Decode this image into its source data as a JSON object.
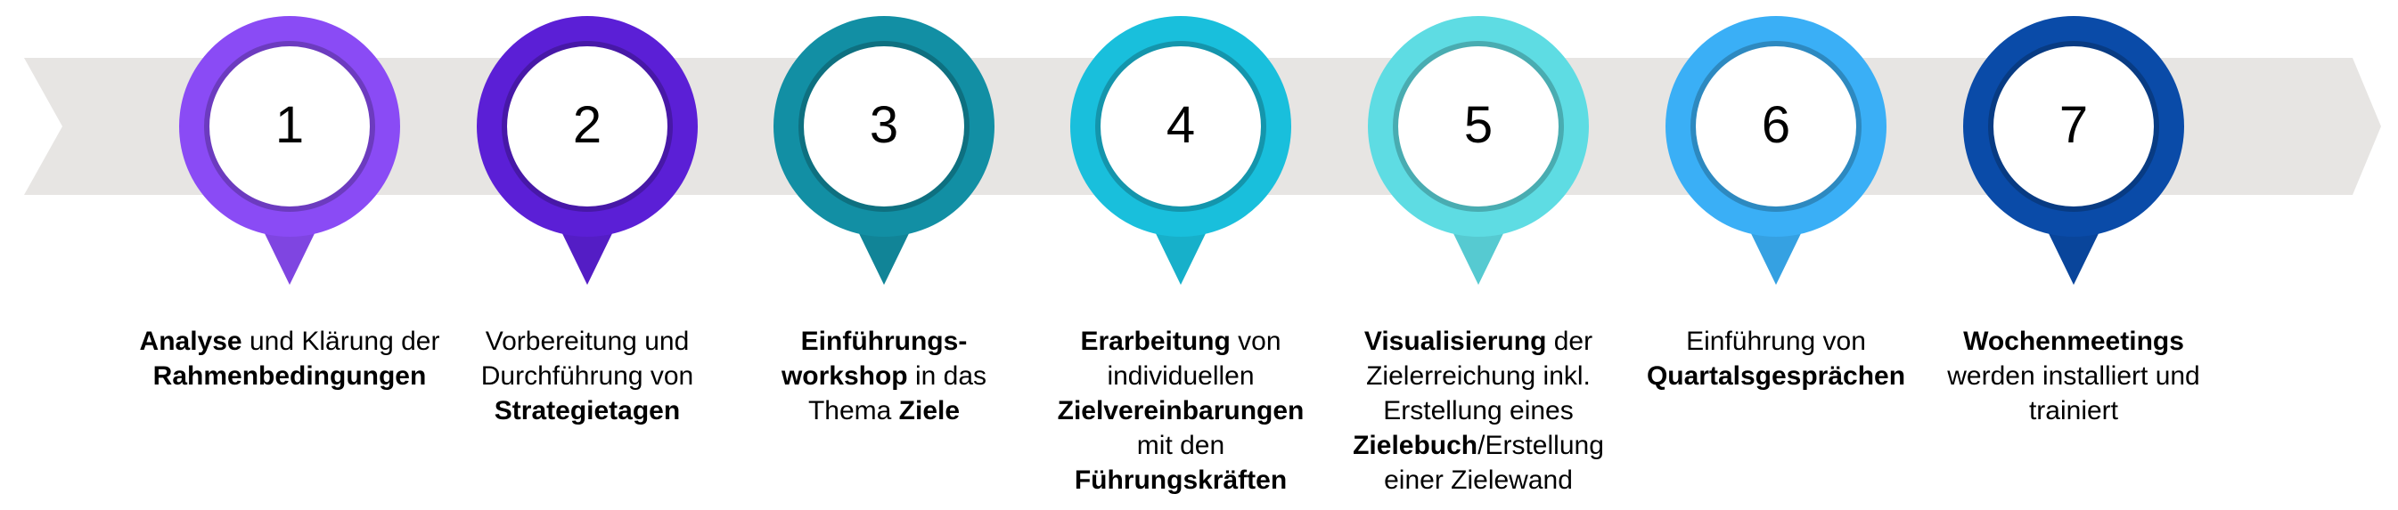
{
  "steps": [
    {
      "number": "1",
      "color": "#8A4BF5",
      "caption": [
        [
          {
            "t": "Analyse",
            "b": true
          },
          {
            "t": " und Klärung der",
            "b": false
          }
        ],
        [
          {
            "t": "Rahmenbedingungen",
            "b": true
          }
        ]
      ]
    },
    {
      "number": "2",
      "color": "#5B1FD6",
      "caption": [
        [
          {
            "t": "Vorbereitung und",
            "b": false
          }
        ],
        [
          {
            "t": "Durchführung von",
            "b": false
          }
        ],
        [
          {
            "t": "Strategietagen",
            "b": true
          }
        ]
      ]
    },
    {
      "number": "3",
      "color": "#128FA4",
      "caption": [
        [
          {
            "t": "Einführungs-",
            "b": true
          }
        ],
        [
          {
            "t": "workshop",
            "b": true
          },
          {
            "t": " in das",
            "b": false
          }
        ],
        [
          {
            "t": "Thema ",
            "b": false
          },
          {
            "t": "Ziele",
            "b": true
          }
        ]
      ]
    },
    {
      "number": "4",
      "color": "#19BFDC",
      "caption": [
        [
          {
            "t": "Erarbeitung",
            "b": true
          },
          {
            "t": " von",
            "b": false
          }
        ],
        [
          {
            "t": "individuellen",
            "b": false
          }
        ],
        [
          {
            "t": "Zielvereinbarungen",
            "b": true
          }
        ],
        [
          {
            "t": "mit den",
            "b": false
          }
        ],
        [
          {
            "t": "Führungskräften",
            "b": true
          }
        ]
      ]
    },
    {
      "number": "5",
      "color": "#5EDCE3",
      "caption": [
        [
          {
            "t": "Visualisierung",
            "b": true
          },
          {
            "t": " der",
            "b": false
          }
        ],
        [
          {
            "t": "Zielerreichung inkl.",
            "b": false
          }
        ],
        [
          {
            "t": "Erstellung eines",
            "b": false
          }
        ],
        [
          {
            "t": "Zielebuch",
            "b": true
          },
          {
            "t": "/Erstellung",
            "b": false
          }
        ],
        [
          {
            "t": "einer Zielewand",
            "b": false
          }
        ]
      ]
    },
    {
      "number": "6",
      "color": "#3AAFF6",
      "caption": [
        [
          {
            "t": "Einführung von",
            "b": false
          }
        ],
        [
          {
            "t": "Quartalsgesprächen",
            "b": true
          }
        ]
      ]
    },
    {
      "number": "7",
      "color": "#0A4BA8",
      "caption": [
        [
          {
            "t": "Wochenmeetings",
            "b": true
          }
        ],
        [
          {
            "t": "werden installiert und",
            "b": false
          }
        ],
        [
          {
            "t": "trainiert",
            "b": false
          }
        ]
      ]
    }
  ],
  "band_color": "#E7E5E3"
}
